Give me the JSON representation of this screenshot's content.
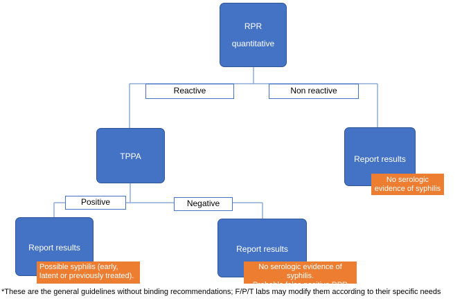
{
  "nodes": {
    "rpr": {
      "line1": "RPR",
      "line2": "quantitative"
    },
    "tppa": {
      "label": "TPPA"
    },
    "report_right": {
      "label": "Report results",
      "note": "No serologic evidence of syphilis"
    },
    "report_left": {
      "label": "Report results",
      "note": "Possible syphilis (early, latent or previously treated)."
    },
    "report_mid": {
      "label": "Report results",
      "note_line1": "No serologic evidence of syphilis.",
      "note_line2": "Probable false positive RPR test"
    }
  },
  "edges": {
    "reactive": "Reactive",
    "non_reactive": "Non reactive",
    "positive": "Positive",
    "negative": "Negative"
  },
  "footnote": "*These are the general guidelines without binding recommendations; F/P/T labs may modify them according to their specific needs",
  "colors": {
    "node_fill": "#4472c4",
    "note_fill": "#ed7d31",
    "connector": "#8eaadb"
  }
}
